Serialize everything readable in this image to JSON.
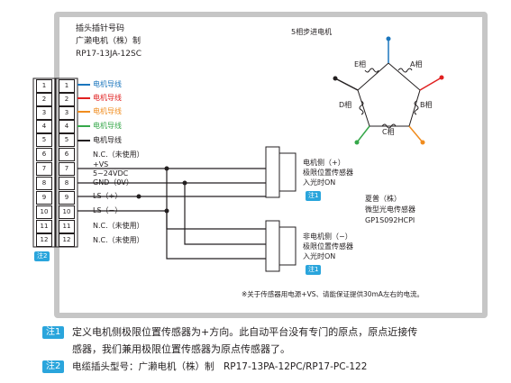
{
  "header": {
    "line1": "插头插针号码",
    "line2": "广濑电机（株）制",
    "line3": "RP17-13JA-12SC"
  },
  "motor": {
    "title": "5相步进电机",
    "phases": [
      "A相",
      "B相",
      "C相",
      "D相",
      "E相"
    ]
  },
  "colors": {
    "blue": "#1b76bd",
    "red": "#e02020",
    "orange": "#f08c1e",
    "green": "#36a84a",
    "black": "#231f20",
    "tag": "#2aa5dc",
    "frame": "#c6c6c6"
  },
  "pins_outer": [
    "1",
    "2",
    "3",
    "4",
    "5",
    "6",
    "7",
    "8",
    "9",
    "10",
    "11",
    "12"
  ],
  "pins_inner": [
    "1",
    "2",
    "3",
    "4",
    "5",
    "6",
    "7",
    "8",
    "9",
    "10",
    "11",
    "12"
  ],
  "pin_labels": [
    "电机导线",
    "电机导线",
    "电机导线",
    "电机导线",
    "电机导线",
    "N.C.（未使用）",
    "+VS\n5~24VDC",
    "GND（0V）",
    "LS（+）",
    "LS（−）",
    "N.C.（未使用）",
    "N.C.（未使用）"
  ],
  "sensor_plus": {
    "line1": "电机侧（+）",
    "line2": "极限位置传感器",
    "line3": "入光时ON"
  },
  "sensor_minus": {
    "line1": "非电机侧（−）",
    "line2": "极限位置传感器",
    "line3": "入光时ON"
  },
  "sensor_info": {
    "line1": "夏普（株）",
    "line2": "微型光电传感器",
    "line3": "GP1S092HCPI"
  },
  "footnote": "※关于传感器用电源+VS、请能保证提供30mA左右的电流。",
  "tags": {
    "note1": "注1",
    "note2": "注2"
  },
  "notes": {
    "note1_line1": "定义电机侧极限位置传感器为+方向。此自动平台没有专门的原点，原点近接传",
    "note1_line2": "感器，我们兼用极限位置传感器为原点传感器了。",
    "note2": "电缆插头型号：广濑电机（株）制　RP17-13PA-12PC/RP17-PC-122"
  }
}
